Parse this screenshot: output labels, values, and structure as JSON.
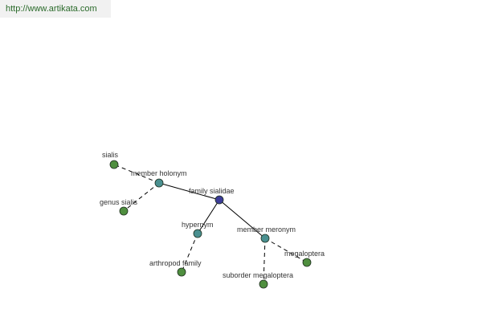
{
  "header": {
    "url": "http://www.artikata.com"
  },
  "graph": {
    "colors": {
      "center": "#3c3c98",
      "relation": "#4a9090",
      "leaf": "#4f8f3f",
      "edge": "#000000"
    },
    "nodes": [
      {
        "id": "family-sialidae",
        "label": "family sialidae",
        "kind": "center"
      },
      {
        "id": "member-holonym",
        "label": "member holonym",
        "kind": "relation"
      },
      {
        "id": "hypernym",
        "label": "hypernym",
        "kind": "relation"
      },
      {
        "id": "member-meronym",
        "label": "member meronym",
        "kind": "relation"
      },
      {
        "id": "sialis",
        "label": "sialis",
        "kind": "leaf"
      },
      {
        "id": "genus-sialis",
        "label": "genus sialis",
        "kind": "leaf"
      },
      {
        "id": "arthropod-family",
        "label": "arthropod family",
        "kind": "leaf"
      },
      {
        "id": "megaloptera",
        "label": "megaloptera",
        "kind": "leaf"
      },
      {
        "id": "suborder-megaloptera",
        "label": "suborder megaloptera",
        "kind": "leaf"
      }
    ],
    "edges": [
      {
        "from": "family-sialidae",
        "to": "member-holonym",
        "style": "solid"
      },
      {
        "from": "family-sialidae",
        "to": "hypernym",
        "style": "solid"
      },
      {
        "from": "family-sialidae",
        "to": "member-meronym",
        "style": "solid"
      },
      {
        "from": "member-holonym",
        "to": "sialis",
        "style": "dashed"
      },
      {
        "from": "member-holonym",
        "to": "genus-sialis",
        "style": "dashed"
      },
      {
        "from": "hypernym",
        "to": "arthropod-family",
        "style": "dashed"
      },
      {
        "from": "member-meronym",
        "to": "megaloptera",
        "style": "dashed"
      },
      {
        "from": "member-meronym",
        "to": "suborder-megaloptera",
        "style": "dashed"
      }
    ]
  }
}
